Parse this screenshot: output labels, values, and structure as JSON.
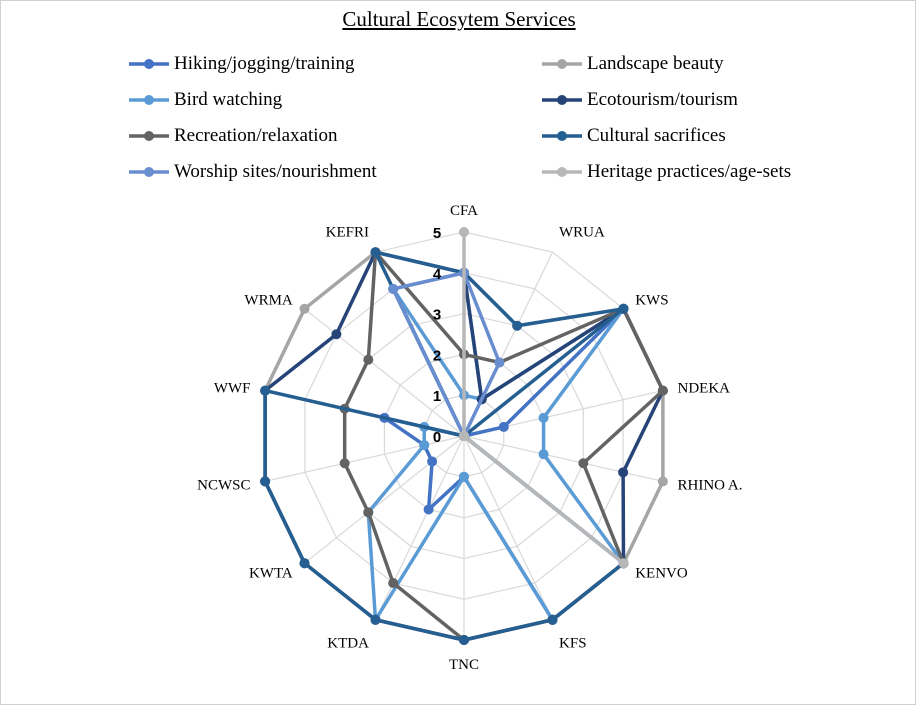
{
  "chart_data": {
    "type": "radar",
    "title": "Cultural Ecosytem Services",
    "categories": [
      "CFA",
      "WRUA",
      "KWS",
      "NDEKA",
      "RHINO A.",
      "KENVO",
      "KFS",
      "TNC",
      "KTDA",
      "KWTA",
      "NCWSC",
      "WWF",
      "WRMA",
      "KEFRI"
    ],
    "rlim": [
      0,
      5
    ],
    "ticks": [
      "0",
      "1",
      "2",
      "3",
      "4",
      "5"
    ],
    "grid": true,
    "legend_position": "top",
    "series": [
      {
        "name": "Hiking/jogging/training",
        "color": "#4472C4",
        "values": [
          4,
          1,
          5,
          1,
          0,
          5,
          5,
          1,
          2,
          1,
          1,
          2,
          0,
          4
        ]
      },
      {
        "name": "Landscape beauty",
        "color": "#A5A5A5",
        "values": [
          4,
          3,
          5,
          5,
          5,
          5,
          5,
          5,
          5,
          5,
          5,
          5,
          5,
          5
        ]
      },
      {
        "name": "Bird watching",
        "color": "#5B9BD5",
        "values": [
          1,
          1,
          5,
          2,
          2,
          5,
          5,
          1,
          5,
          3,
          1,
          1,
          0,
          4
        ]
      },
      {
        "name": "Ecotourism/tourism",
        "color": "#264478",
        "values": [
          4,
          1,
          5,
          5,
          4,
          5,
          5,
          5,
          5,
          5,
          5,
          5,
          4,
          5
        ]
      },
      {
        "name": "Recreation/relaxation",
        "color": "#636363",
        "values": [
          2,
          2,
          5,
          5,
          3,
          5,
          5,
          5,
          4,
          3,
          3,
          3,
          3,
          5
        ]
      },
      {
        "name": "Cultural sacrifices",
        "color": "#255E91",
        "values": [
          4,
          3,
          5,
          0,
          0,
          5,
          5,
          5,
          5,
          5,
          5,
          5,
          0,
          5
        ]
      },
      {
        "name": "Worship sites/nourishment",
        "color": "#698ED0",
        "values": [
          4,
          2,
          0,
          0,
          0,
          0,
          0,
          0,
          0,
          0,
          0,
          0,
          0,
          4
        ]
      },
      {
        "name": "Heritage practices/age-sets",
        "color": "#B7B7B7",
        "values": [
          5,
          0,
          0,
          0,
          0,
          5,
          0,
          0,
          0,
          0,
          0,
          0,
          0,
          0
        ]
      }
    ]
  }
}
